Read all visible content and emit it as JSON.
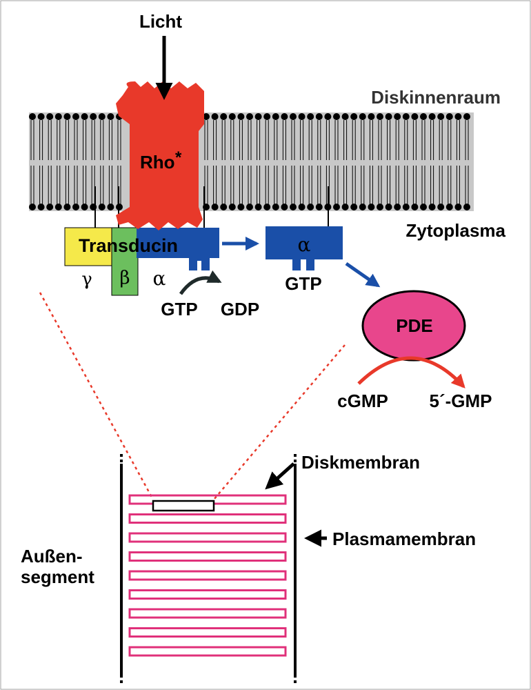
{
  "labels": {
    "light": "Licht",
    "disk_interior": "Diskinnenraum",
    "cytoplasm": "Zytoplasma",
    "rhodopsin": "Rho",
    "rhodopsin_star": "*",
    "transducin": "Transducin",
    "gamma": "γ",
    "beta": "β",
    "alpha_left": "α",
    "alpha_right": "α",
    "gtp_left": "GTP",
    "gdp": "GDP",
    "gtp_right": "GTP",
    "pde": "PDE",
    "cgmp": "cGMP",
    "five_gmp": "5´-GMP",
    "disk_membrane": "Diskmembran",
    "plasma_membrane": "Plasmamembran",
    "outer_segment_1": "Außen-",
    "outer_segment_2": "segment"
  },
  "colors": {
    "rhodopsin": "#e8392a",
    "transducin_alpha": "#1a4fa8",
    "transducin_gamma": "#f5e94a",
    "transducin_beta": "#6cbf5e",
    "pde": "#e8468c",
    "membrane_fill": "#c8c8c8",
    "disk_stack": "#e0307a",
    "blue_arrow": "#1a4fa8",
    "red_arrow": "#e8392a"
  },
  "outer_segment": {
    "disk_count": 9
  }
}
